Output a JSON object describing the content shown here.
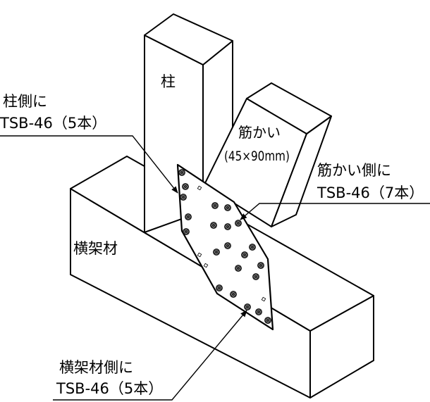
{
  "labels": {
    "column": "柱",
    "column_side_title": "柱側に",
    "column_side_spec": "TSB-46（5本）",
    "brace": "筋かい",
    "brace_size": "(45×90mm)",
    "brace_side_title": "筋かい側に",
    "brace_side_spec": "TSB-46（7本）",
    "beam": "横架材",
    "beam_side_title": "横架材側に",
    "beam_side_spec": "TSB-46（5本）"
  },
  "colors": {
    "line": "#000000",
    "background": "#ffffff"
  }
}
